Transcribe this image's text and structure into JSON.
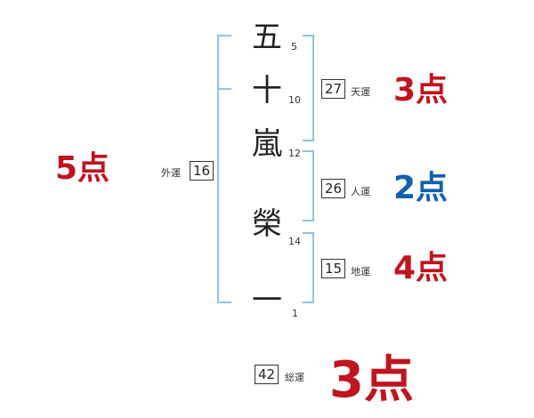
{
  "name_chars": [
    {
      "char": "五",
      "strokes": "5"
    },
    {
      "char": "十",
      "strokes": "10"
    },
    {
      "char": "嵐",
      "strokes": "12"
    },
    {
      "char": "榮",
      "strokes": "14"
    },
    {
      "char": "一",
      "strokes": "1"
    }
  ],
  "gaiun": {
    "label": "外運",
    "value": "16",
    "score": "5点"
  },
  "tenun": {
    "label": "天運",
    "value": "27",
    "score": "3点"
  },
  "jinun": {
    "label": "人運",
    "value": "26",
    "score": "2点"
  },
  "chiun": {
    "label": "地運",
    "value": "15",
    "score": "4点"
  },
  "souun": {
    "label": "総運",
    "value": "42",
    "score": "3点"
  },
  "colors": {
    "bracket": "#8cc4e8",
    "score_red": "#c0141e",
    "score_blue": "#1060b0"
  }
}
